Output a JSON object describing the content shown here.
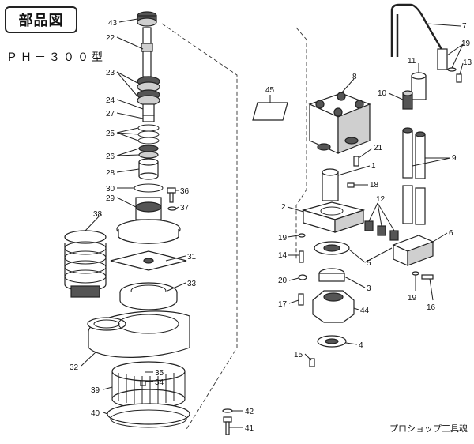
{
  "title": "部品図",
  "model": "ＰＨ－３００型",
  "footer": "プロショップ工具魂",
  "labels": {
    "p43": "43",
    "p22": "22",
    "p23": "23",
    "p24": "24",
    "p27": "27",
    "p25": "25",
    "p26": "26",
    "p28": "28",
    "p30": "30",
    "p29": "29",
    "p36": "36",
    "p37": "37",
    "p38": "38",
    "p31": "31",
    "p33": "33",
    "p32": "32",
    "p35": "35",
    "p34": "34",
    "p39": "39",
    "p40": "40",
    "p42": "42",
    "p41": "41",
    "p45": "45",
    "p8": "8",
    "p7": "7",
    "p19a": "19",
    "p13": "13",
    "p11": "11",
    "p10": "10",
    "p9": "9",
    "p21": "21",
    "p1": "1",
    "p18": "18",
    "p2": "2",
    "p12": "12",
    "p6": "6",
    "p19b": "19",
    "p14": "14",
    "p5": "5",
    "p20": "20",
    "p3": "3",
    "p17": "17",
    "p44": "44",
    "p19c": "19",
    "p16": "16",
    "p15": "15",
    "p4": "4"
  }
}
